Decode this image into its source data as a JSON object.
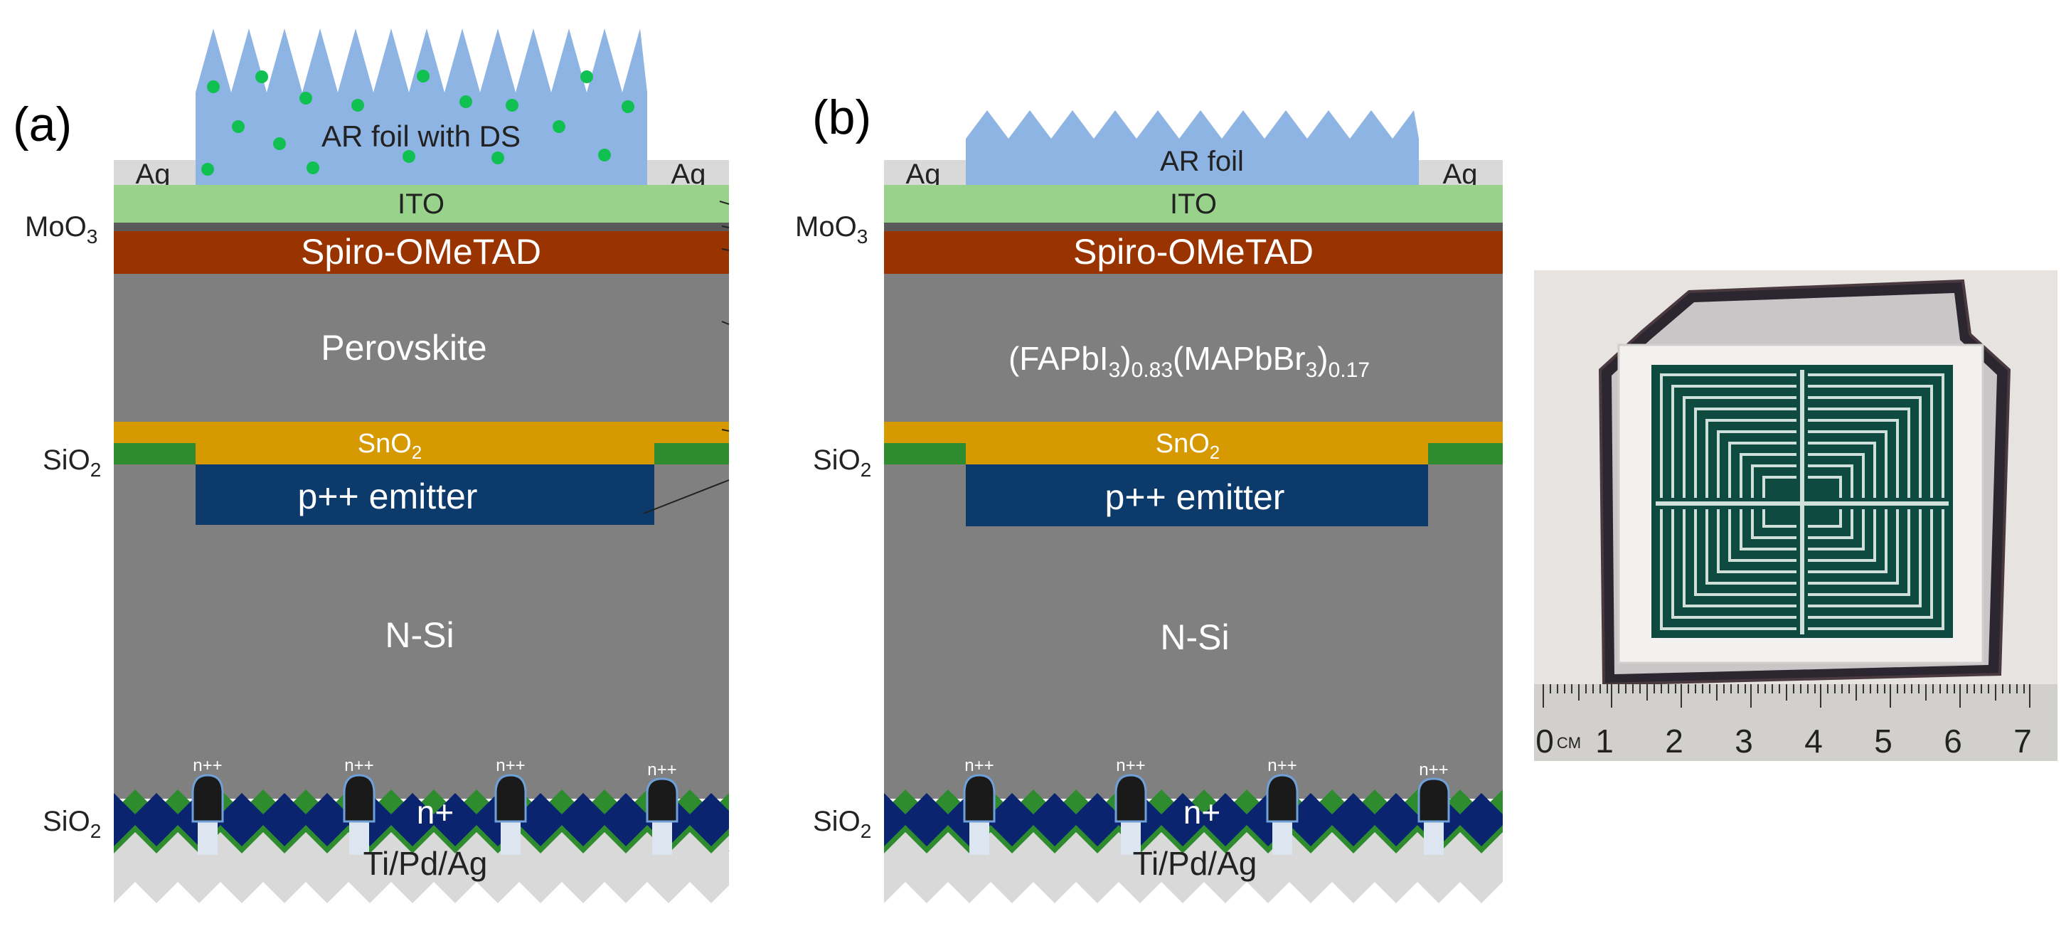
{
  "panels": [
    {
      "label": "(a)",
      "ar_label": "AR foil with DS",
      "metal_left": "Ag",
      "metal_right": "Ag",
      "ito": "ITO",
      "moo3": "MoO",
      "moo3_sub": "3",
      "htl": "Spiro-OMeTAD",
      "absorber": "Perovskite",
      "etl": "SnO",
      "etl_sub": "2",
      "sio2_top": "SiO",
      "sio2_top_sub": "2",
      "emitter": "p++ emitter",
      "base": "N-Si",
      "sio2_bottom": "SiO",
      "sio2_bottom_sub": "2",
      "bsf": "n+",
      "nplus_contacts": [
        "n++",
        "n++",
        "n++",
        "n++"
      ],
      "rear_metal": "Ti/Pd/Ag"
    },
    {
      "label": "(b)",
      "ar_label": "AR foil",
      "metal_left": "Ag",
      "metal_right": "Ag",
      "ito": "ITO",
      "moo3": "MoO",
      "moo3_sub": "3",
      "htl": "Spiro-OMeTAD",
      "absorber_parts": [
        "(FAPbI",
        "3",
        ")",
        "0.83",
        "(MAPbBr",
        "3",
        ")",
        "0.17"
      ],
      "etl": "SnO",
      "etl_sub": "2",
      "sio2_top": "SiO",
      "sio2_top_sub": "2",
      "emitter": "p++ emitter",
      "base": "N-Si",
      "sio2_bottom": "SiO",
      "sio2_bottom_sub": "2",
      "bsf": "n+",
      "nplus_contacts": [
        "n++",
        "n++",
        "n++",
        "n++"
      ],
      "rear_metal": "Ti/Pd/Ag"
    }
  ],
  "photo": {
    "ruler_unit": "CM",
    "ruler_numbers": [
      "0",
      "1",
      "2",
      "3",
      "4",
      "5",
      "6",
      "7"
    ]
  },
  "colors": {
    "ag": "#d9d9d9",
    "ito": "#99d28a",
    "moo3": "#5a5a5a",
    "spiro": "#993300",
    "perovskite": "#7f7f7f",
    "sno2": "#d69a00",
    "sio2": "#2e8b2e",
    "emitter": "#0b3a6b",
    "nsi": "#808080",
    "nplus": "#0a2470",
    "contact": "#1a1a1a",
    "rear_metal": "#d9d9d9",
    "ar_foil": "#8eb4e3",
    "dots": "#10c050",
    "photo_bg": "#e6e3e1",
    "device": "#0f4a40"
  }
}
